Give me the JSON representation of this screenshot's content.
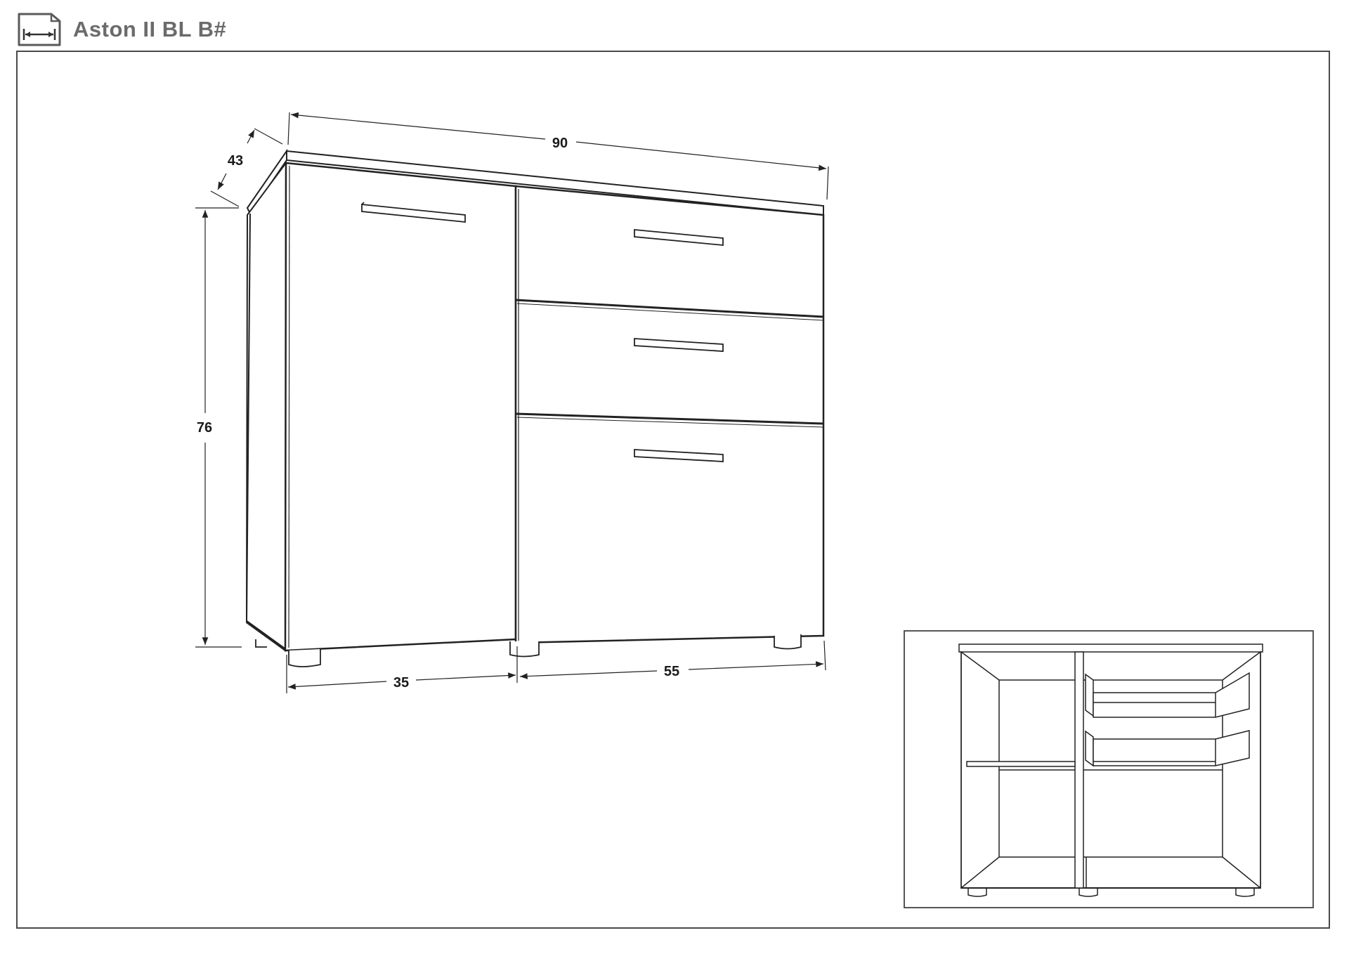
{
  "title": "Aston II BL B#",
  "icons": {
    "header": "dimensions-icon"
  },
  "dimensions": {
    "width": "90",
    "depth": "43",
    "height": "76",
    "door_width": "35",
    "drawer_width": "55"
  },
  "colors": {
    "line": "#222222",
    "title": "#6b6b6b",
    "frame": "#4a4a4a"
  }
}
